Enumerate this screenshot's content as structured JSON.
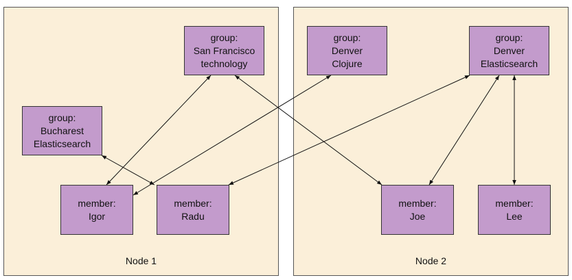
{
  "nodes": [
    {
      "id": "node1",
      "label": "Node 1"
    },
    {
      "id": "node2",
      "label": "Node 2"
    }
  ],
  "groups": {
    "sf": {
      "line1": "group:",
      "line2": "San Francisco",
      "line3": "technology"
    },
    "bucharest": {
      "line1": "group:",
      "line2": "Bucharest",
      "line3": "Elasticsearch"
    },
    "denver_clojure": {
      "line1": "group:",
      "line2": "Denver",
      "line3": "Clojure"
    },
    "denver_es": {
      "line1": "group:",
      "line2": "Denver",
      "line3": "Elasticsearch"
    }
  },
  "members": {
    "igor": {
      "line1": "member:",
      "line2": "Igor"
    },
    "radu": {
      "line1": "member:",
      "line2": "Radu"
    },
    "joe": {
      "line1": "member:",
      "line2": "Joe"
    },
    "lee": {
      "line1": "member:",
      "line2": "Lee"
    }
  },
  "links": [
    {
      "from": "igor",
      "to": "sf"
    },
    {
      "from": "igor",
      "to": "denver_clojure"
    },
    {
      "from": "radu",
      "to": "bucharest"
    },
    {
      "from": "radu",
      "to": "denver_es"
    },
    {
      "from": "joe",
      "to": "sf"
    },
    {
      "from": "joe",
      "to": "denver_es"
    },
    {
      "from": "lee",
      "to": "denver_es"
    }
  ],
  "colors": {
    "node_bg": "#fbefd9",
    "box_bg": "#c39bcc",
    "line": "#111111"
  }
}
